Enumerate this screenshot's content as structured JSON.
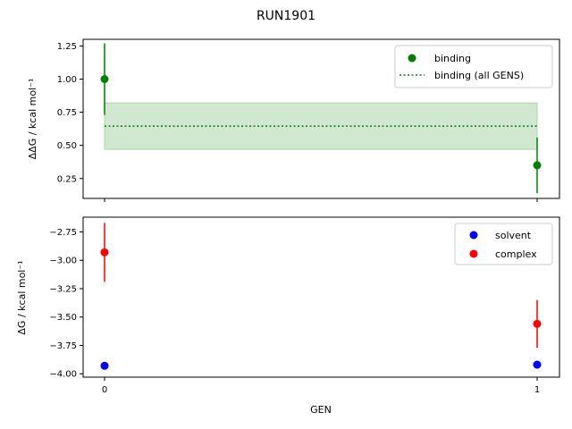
{
  "chart_data": {
    "title": "RUN1901",
    "xlabel": "GEN",
    "x_ticks": [
      "0",
      "1"
    ],
    "panels": [
      {
        "type": "scatter",
        "ylabel": "ΔΔG / kcal mol⁻¹",
        "ylim": [
          0.1,
          1.3
        ],
        "y_ticks": [
          "0.25",
          "0.50",
          "0.75",
          "1.00",
          "1.25"
        ],
        "y_tick_values": [
          0.25,
          0.5,
          0.75,
          1.0,
          1.25
        ],
        "legend_position": "top-right",
        "series": [
          {
            "name": "binding",
            "color": "#008000",
            "points": [
              {
                "x": 0,
                "y": 1.0,
                "err": 0.27
              },
              {
                "x": 1,
                "y": 0.35,
                "err": 0.21
              }
            ]
          }
        ],
        "band": {
          "name": "binding (all GENS)",
          "color": "#008000",
          "fill": "#cfe8cf",
          "value": 0.645,
          "low": 0.47,
          "high": 0.82
        }
      },
      {
        "type": "scatter",
        "ylabel": "ΔG / kcal mol⁻¹",
        "ylim": [
          -4.03,
          -2.62
        ],
        "y_ticks": [
          "−2.75",
          "−3.00",
          "−3.25",
          "−3.50",
          "−3.75",
          "−4.00"
        ],
        "y_tick_values": [
          -2.75,
          -3.0,
          -3.25,
          -3.5,
          -3.75,
          -4.0
        ],
        "legend_position": "top-right",
        "series": [
          {
            "name": "solvent",
            "color": "#0000ff",
            "points": [
              {
                "x": 0,
                "y": -3.93,
                "err": 0
              },
              {
                "x": 1,
                "y": -3.92,
                "err": 0
              }
            ]
          },
          {
            "name": "complex",
            "color": "#ff0000",
            "points": [
              {
                "x": 0,
                "y": -2.93,
                "err": 0.26
              },
              {
                "x": 1,
                "y": -3.56,
                "err": 0.21
              }
            ]
          }
        ]
      }
    ]
  }
}
